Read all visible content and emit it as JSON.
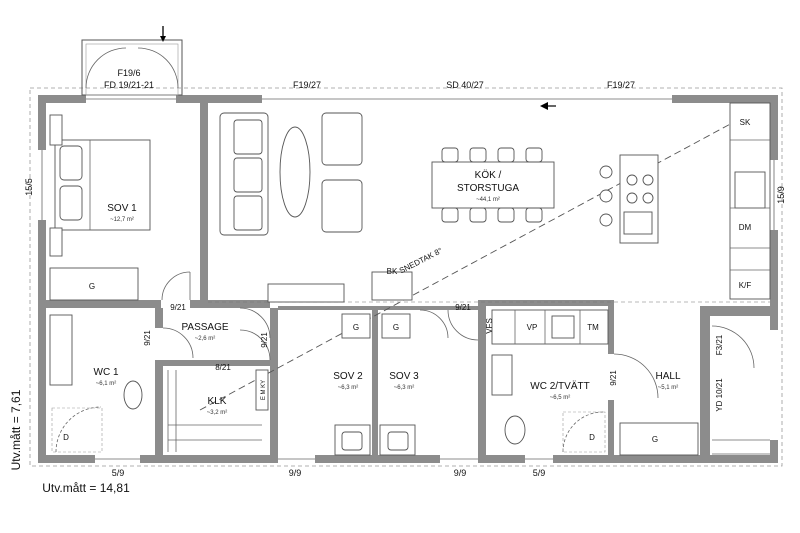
{
  "rooms": {
    "sov1": {
      "name": "SOV 1",
      "area": "~12,7 m²"
    },
    "kok": {
      "line1": "KÖK /",
      "line2": "STORSTUGA",
      "area": "~44,1 m²"
    },
    "passage": {
      "name": "PASSAGE",
      "area": "~2,6 m²"
    },
    "wc1": {
      "name": "WC 1",
      "area": "~6,1 m²"
    },
    "klk": {
      "name": "KLK",
      "area": "~3,2 m²"
    },
    "sov2": {
      "name": "SOV 2",
      "area": "~6,3 m²"
    },
    "sov3": {
      "name": "SOV 3",
      "area": "~6,3 m²"
    },
    "wc2": {
      "name": "WC 2/TVÄTT",
      "area": "~6,5 m²"
    },
    "hall": {
      "name": "HALL",
      "area": "~5,1 m²"
    }
  },
  "labels": {
    "f196": "F19/6",
    "fd": "FD 19/21-21",
    "f1927_left": "F19/27",
    "sd": "SD 40/27",
    "f1927_right": "F19/27",
    "f155": "15/5",
    "f159": "15/9",
    "snedtak": "SNEDTAK 8°",
    "bk": "BK",
    "sk": "SK",
    "dm": "DM",
    "kf": "K/F",
    "g_sov1": "G",
    "g_sov2": "G",
    "g_sov3": "G",
    "g_hall": "G",
    "d_wc1": "D",
    "d_wc2": "D",
    "vp": "VP",
    "tm": "TM",
    "vfs": "VFS",
    "dp_921_a": "9/21",
    "dp_921_b": "9/21",
    "dp_921_c": "9/21",
    "dp_921_d": "9/21",
    "dp_921_e": "9/21",
    "dp_821": "8/21",
    "f321": "F3/21",
    "yd": "YD 10/21",
    "w59_left": "5/9",
    "w99_a": "9/9",
    "w99_b": "9/9",
    "w59_right": "5/9",
    "klk_items": "E  M  KY"
  },
  "dimensions": {
    "vertical": "Utv.mått = 7,61",
    "horizontal": "Utv.mått = 14,81"
  }
}
